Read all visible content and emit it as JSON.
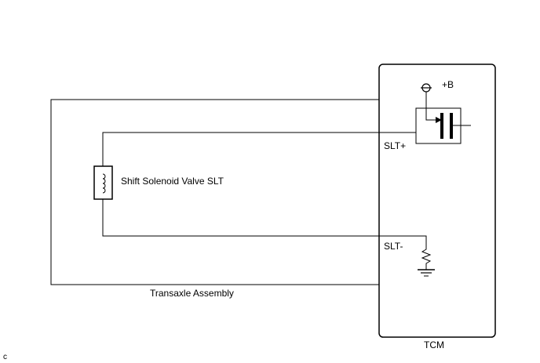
{
  "diagram": {
    "components": {
      "solenoid_label": "Shift Solenoid Valve SLT",
      "transaxle_label": "Transaxle Assembly",
      "tcm_label": "TCM"
    },
    "terminals": {
      "power": "+B",
      "slt_plus": "SLT+",
      "slt_minus": "SLT-"
    },
    "corner_mark": "c"
  }
}
